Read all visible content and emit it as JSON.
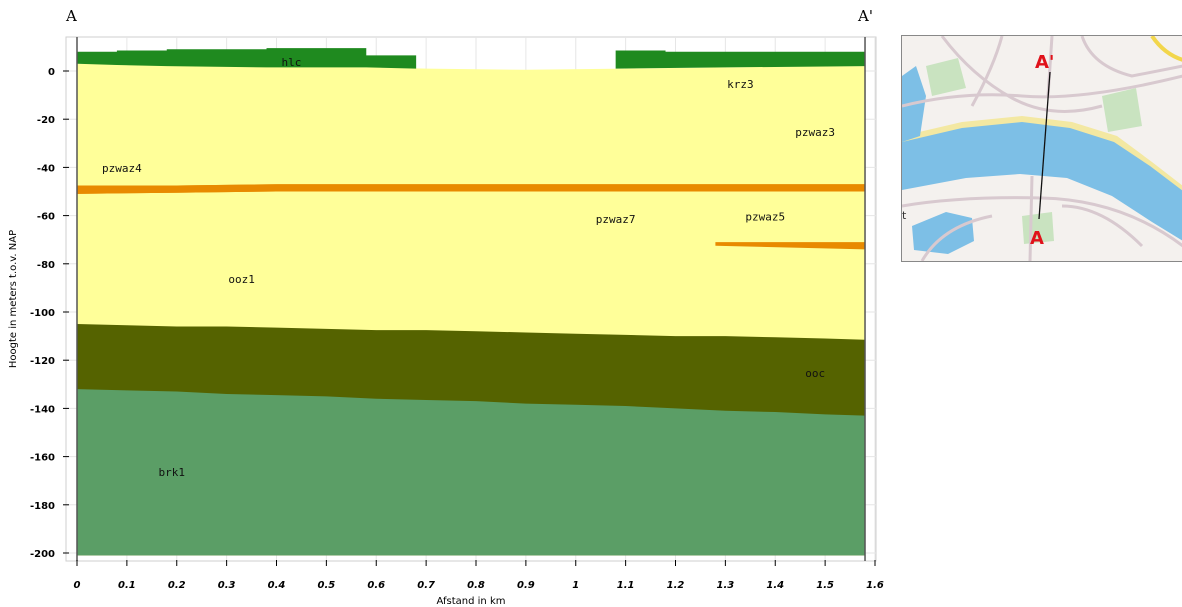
{
  "chart_data": {
    "type": "area",
    "title": "",
    "xlabel": "Afstand in km",
    "ylabel": "Hoogte in meters t.o.v. NAP",
    "xlim": [
      0,
      1.6
    ],
    "ylim": [
      -205,
      12
    ],
    "x_ticks": [
      "0",
      "0.1",
      "0.2",
      "0.3",
      "0.4",
      "0.5",
      "0.6",
      "0.7",
      "0.8",
      "0.9",
      "1",
      "1.1",
      "1.2",
      "1.3",
      "1.4",
      "1.5",
      "1.6"
    ],
    "y_ticks": [
      "0",
      "-20",
      "-40",
      "-60",
      "-80",
      "-100",
      "-120",
      "-140",
      "-160",
      "-180",
      "-200"
    ],
    "section_start_label": "A",
    "section_end_label": "A'",
    "section_end_x": 1.58,
    "bottom_depth": -201,
    "layers": [
      {
        "code": "brk1",
        "color": "#5b9e66",
        "label_pos": [
          0.19,
          -168
        ],
        "top": [
          [
            0,
            -132
          ],
          [
            0.1,
            -132.5
          ],
          [
            0.2,
            -133
          ],
          [
            0.3,
            -134
          ],
          [
            0.4,
            -134.5
          ],
          [
            0.5,
            -135
          ],
          [
            0.6,
            -136
          ],
          [
            0.7,
            -136.5
          ],
          [
            0.8,
            -137
          ],
          [
            0.9,
            -138
          ],
          [
            1.0,
            -138.5
          ],
          [
            1.1,
            -139
          ],
          [
            1.2,
            -140
          ],
          [
            1.3,
            -141
          ],
          [
            1.4,
            -141.5
          ],
          [
            1.5,
            -142.5
          ],
          [
            1.58,
            -143
          ]
        ]
      },
      {
        "code": "ooc",
        "color": "#556300",
        "label_pos": [
          1.48,
          -127
        ],
        "top": [
          [
            0,
            -105
          ],
          [
            0.1,
            -105.5
          ],
          [
            0.2,
            -106
          ],
          [
            0.3,
            -106
          ],
          [
            0.4,
            -106.5
          ],
          [
            0.5,
            -107
          ],
          [
            0.6,
            -107.5
          ],
          [
            0.7,
            -107.5
          ],
          [
            0.8,
            -108
          ],
          [
            0.9,
            -108.5
          ],
          [
            1.0,
            -109
          ],
          [
            1.1,
            -109.5
          ],
          [
            1.2,
            -110
          ],
          [
            1.3,
            -110
          ],
          [
            1.4,
            -110.5
          ],
          [
            1.5,
            -111
          ],
          [
            1.58,
            -111.5
          ]
        ]
      },
      {
        "code": "ooz1",
        "color": "#ffff99",
        "label_pos": [
          0.33,
          -88
        ],
        "top": [
          [
            0,
            -51
          ],
          [
            0.2,
            -50.5
          ],
          [
            0.4,
            -50
          ],
          [
            0.6,
            -50
          ],
          [
            0.8,
            -50
          ],
          [
            1.0,
            -50
          ],
          [
            1.2,
            -50
          ],
          [
            1.4,
            -50
          ],
          [
            1.58,
            -50
          ]
        ]
      },
      {
        "code": "pzwaz4",
        "color": "#e88a00",
        "label_pos": [
          0.09,
          -42
        ],
        "top": [
          [
            0,
            -47.5
          ],
          [
            0.2,
            -47.5
          ],
          [
            0.4,
            -47
          ],
          [
            0.6,
            -47
          ],
          [
            0.8,
            -47
          ],
          [
            1.0,
            -47
          ],
          [
            1.2,
            -47
          ],
          [
            1.4,
            -47
          ],
          [
            1.58,
            -47
          ]
        ]
      },
      {
        "code": "pzwaz7",
        "color": "#ffff99",
        "label_pos": [
          1.08,
          -63
        ],
        "top": [
          [
            0,
            3
          ],
          [
            0.2,
            2.5
          ],
          [
            0.4,
            2
          ],
          [
            0.6,
            1.5
          ],
          [
            0.7,
            1
          ],
          [
            0.9,
            0.5
          ],
          [
            1.1,
            1
          ],
          [
            1.3,
            1.5
          ],
          [
            1.5,
            2
          ],
          [
            1.58,
            2
          ]
        ]
      },
      {
        "code": "pzwaz5",
        "color": "#e88a00",
        "label_pos": [
          1.38,
          -62
        ],
        "lens": [
          [
            1.28,
            -71
          ],
          [
            1.58,
            -71
          ],
          [
            1.58,
            -74
          ],
          [
            1.28,
            -72.5
          ]
        ]
      },
      {
        "code": "pzwaz3",
        "color": "#ffff99",
        "label_pos": [
          1.48,
          -27
        ]
      },
      {
        "code": "krz3",
        "color": "#ffff99",
        "label_pos": [
          1.33,
          -7
        ]
      },
      {
        "code": "hlc",
        "color": "#1f8a1f",
        "label_pos": [
          0.43,
          2
        ],
        "segments": [
          [
            [
              0,
              8
            ],
            [
              0.08,
              8
            ],
            [
              0.08,
              8.5
            ],
            [
              0.18,
              8.5
            ],
            [
              0.18,
              9
            ],
            [
              0.38,
              9
            ],
            [
              0.38,
              9.5
            ],
            [
              0.58,
              9.5
            ],
            [
              0.58,
              6.5
            ],
            [
              0.68,
              6.5
            ],
            [
              0.68,
              1
            ],
            [
              0.58,
              1.5
            ],
            [
              0.38,
              1.5
            ],
            [
              0.18,
              2
            ],
            [
              0.08,
              2.5
            ],
            [
              0,
              3
            ]
          ],
          [
            [
              1.08,
              8.5
            ],
            [
              1.18,
              8.5
            ],
            [
              1.18,
              8
            ],
            [
              1.58,
              8
            ],
            [
              1.58,
              2
            ],
            [
              1.3,
              1.5
            ],
            [
              1.08,
              1
            ]
          ]
        ]
      }
    ],
    "grid": true,
    "legend": "none"
  },
  "map": {
    "label_start": "A",
    "label_end": "A'",
    "edge_text": "t",
    "colors": {
      "water": "#7dbfe6",
      "land": "#f4f1ee",
      "road": "#d8c9cf",
      "sand": "#f3e8a2",
      "green": "#c9e3c0",
      "road_yellow": "#f2d64b",
      "marker": "#e0111a"
    }
  }
}
